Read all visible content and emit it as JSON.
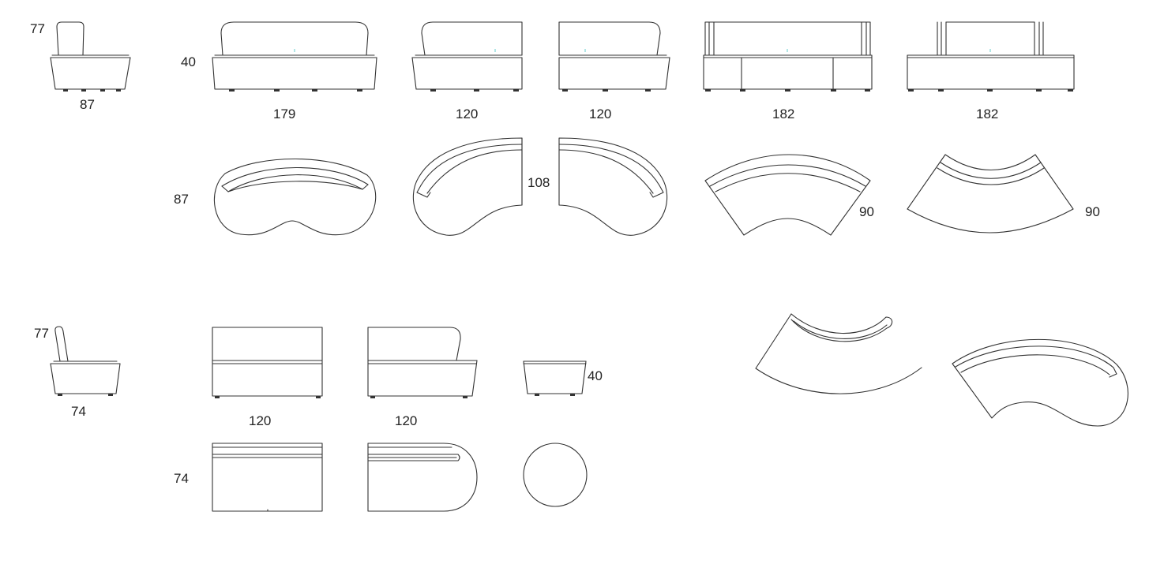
{
  "dimensions": {
    "armless_side_height": "77",
    "armless_side_depth": "87",
    "seat_height": "40",
    "sofa_kidney_width": "179",
    "sofa_end_left_width": "120",
    "sofa_end_right_width": "120",
    "curved_inner_width": "182",
    "curved_outer_width": "182",
    "plan_depth": "87",
    "end_plan_depth": "108",
    "curved_inner_depth": "90",
    "curved_outer_depth": "90",
    "chair_side_height": "77",
    "chair_side_depth": "74",
    "chair_straight_width": "120",
    "chair_end_width": "120",
    "pouf_height": "40",
    "chair_plan_depth": "74"
  },
  "accent_color": "#6cc"
}
